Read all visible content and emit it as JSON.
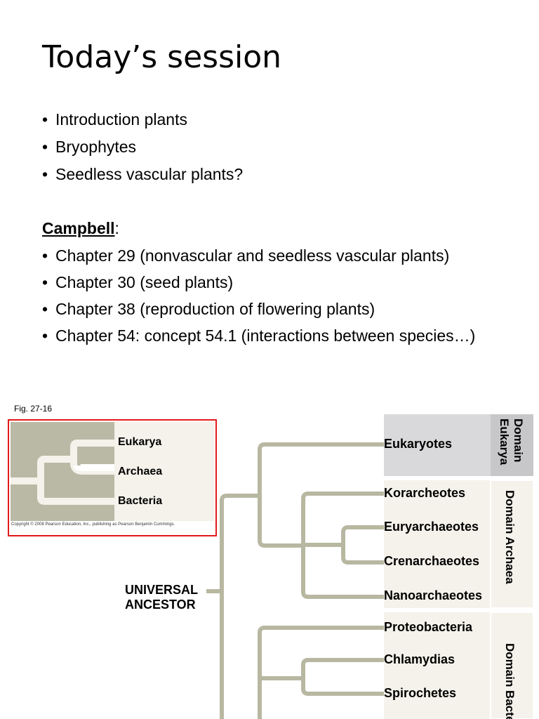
{
  "slide": {
    "title": "Today’s session",
    "bullets": [
      "Introduction plants",
      "Bryophytes",
      "Seedless vascular plants?"
    ],
    "campbell_heading": "Campbell",
    "campbell_colon": ":",
    "chapters": [
      "Chapter 29 (nonvascular and seedless vascular plants)",
      "Chapter 30 (seed plants)",
      "Chapter 38 (reproduction of flowering plants)",
      "Chapter 54: concept 54.1 (interactions between species…)"
    ]
  },
  "figure": {
    "label": "Fig. 27-16",
    "inset": {
      "labels": [
        "Eukarya",
        "Archaea",
        "Bacteria"
      ],
      "copyright": "Copyright © 2008 Pearson Education, Inc., publishing as Pearson Benjamin Cummings."
    },
    "ancestor": [
      "UNIVERSAL",
      "ANCESTOR"
    ],
    "leaves": [
      "Eukaryotes",
      "Korarcheotes",
      "Euryarchaeotes",
      "Crenarchaeotes",
      "Nanoarchaeotes",
      "Proteobacteria",
      "Chlamydias",
      "Spirochetes"
    ],
    "domains": {
      "eukarya": "Domain Eukarya",
      "archaea": "Domain Archaea",
      "bacteria": "Domain Bacteria"
    },
    "colors": {
      "branch": "#b8b8a2",
      "eukarya_box": "#d9d9db",
      "eukarya_tab": "#c7c7c9",
      "archaea_box": "#f4f2ea",
      "inset_border": "#e21a1a"
    }
  }
}
